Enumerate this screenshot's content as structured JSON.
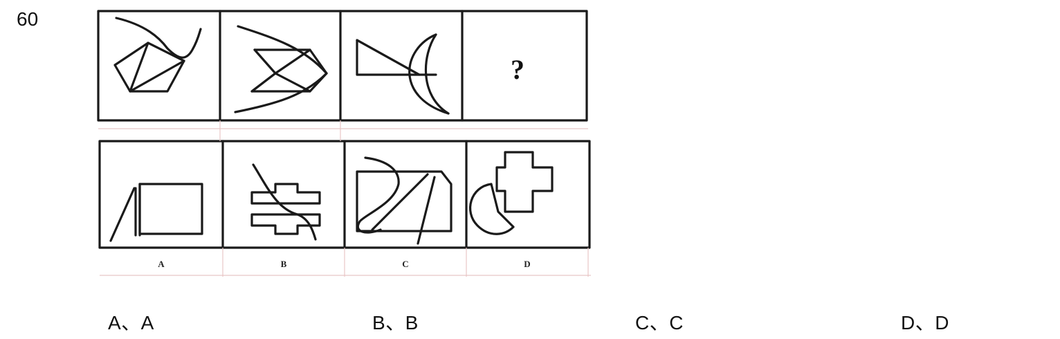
{
  "question": {
    "number": "60",
    "puzzle_mark": "?",
    "panel_captions": [
      "A",
      "B",
      "C",
      "D"
    ],
    "options": [
      {
        "label": "A、A"
      },
      {
        "label": "B、B"
      },
      {
        "label": "C、C"
      },
      {
        "label": "D、D"
      }
    ]
  }
}
